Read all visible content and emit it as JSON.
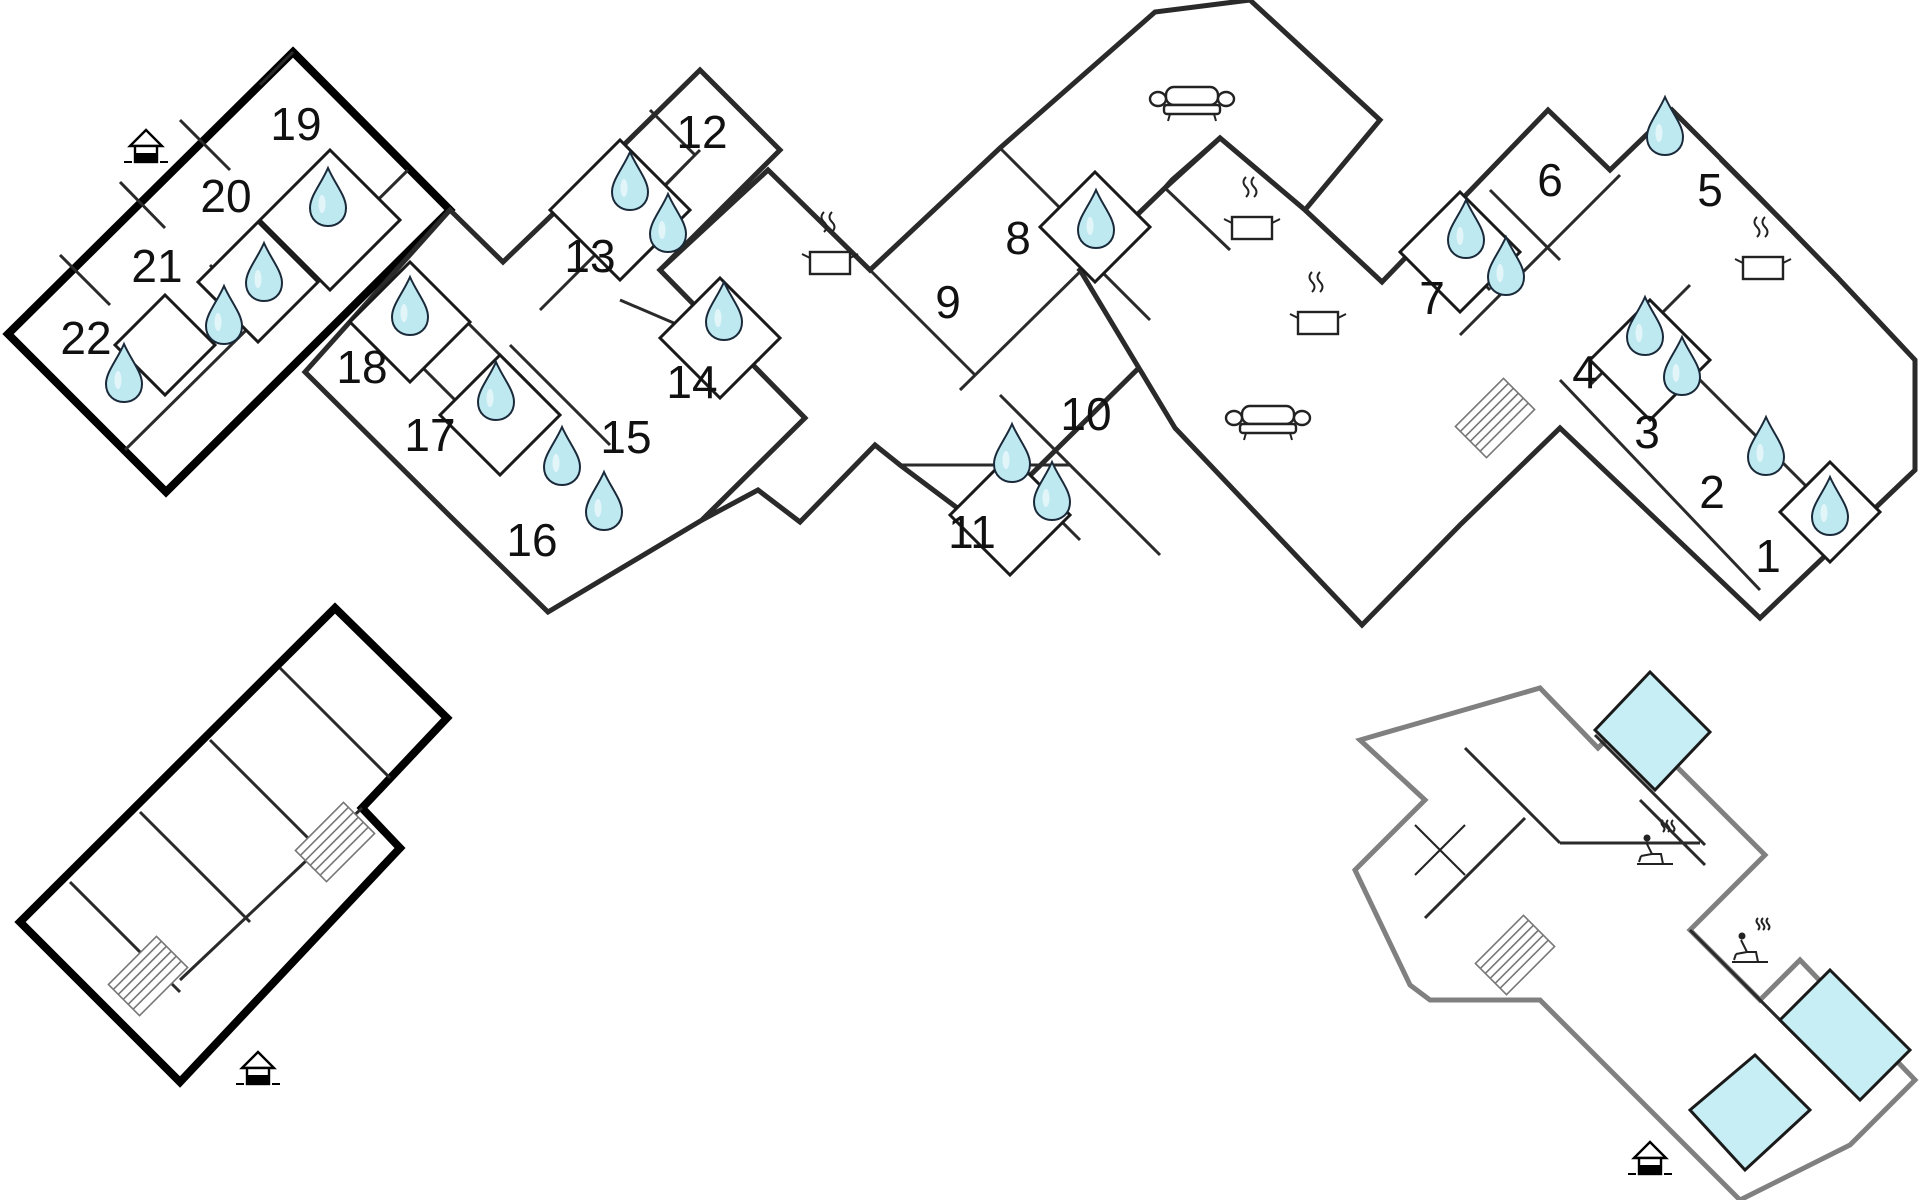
{
  "rooms": [
    {
      "id": "r1",
      "label": "1"
    },
    {
      "id": "r2",
      "label": "2"
    },
    {
      "id": "r3",
      "label": "3"
    },
    {
      "id": "r4",
      "label": "4"
    },
    {
      "id": "r5",
      "label": "5"
    },
    {
      "id": "r6",
      "label": "6"
    },
    {
      "id": "r7",
      "label": "7"
    },
    {
      "id": "r8",
      "label": "8"
    },
    {
      "id": "r9",
      "label": "9"
    },
    {
      "id": "r10",
      "label": "10"
    },
    {
      "id": "r11",
      "label": "11"
    },
    {
      "id": "r12",
      "label": "12"
    },
    {
      "id": "r13",
      "label": "13"
    },
    {
      "id": "r14",
      "label": "14"
    },
    {
      "id": "r15",
      "label": "15"
    },
    {
      "id": "r16",
      "label": "16"
    },
    {
      "id": "r17",
      "label": "17"
    },
    {
      "id": "r18",
      "label": "18"
    },
    {
      "id": "r19",
      "label": "19"
    },
    {
      "id": "r20",
      "label": "20"
    },
    {
      "id": "r21",
      "label": "21"
    },
    {
      "id": "r22",
      "label": "22"
    }
  ],
  "icons": {
    "bathroom": "water-drop-icon",
    "kitchen": "cooking-pot-icon",
    "living_room": "sofa-icon",
    "stairs": "staircase-icon",
    "entrance": "entrance-icon",
    "sauna": "sauna-icon",
    "pool": "pool-icon"
  },
  "colors": {
    "wall": "#2a2a2a",
    "water": "#bfe9f1",
    "pool": "#c6eef4",
    "annex_wall": "#808080"
  }
}
